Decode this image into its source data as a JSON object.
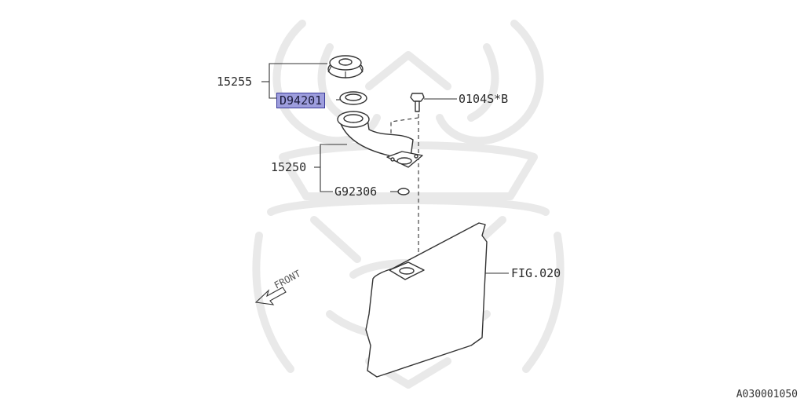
{
  "diagram": {
    "callouts": {
      "p15255": "15255",
      "pD94201": "D94201",
      "p0104SB": "0104S*B",
      "p15250": "15250",
      "pG92306": "G92306",
      "pFIG020": "FIG.020"
    },
    "front_label": "FRONT",
    "reference_code": "A030001050"
  },
  "colors": {
    "highlight": "#9d9ddd",
    "line": "#333333",
    "watermark": "#e9e9e9"
  }
}
